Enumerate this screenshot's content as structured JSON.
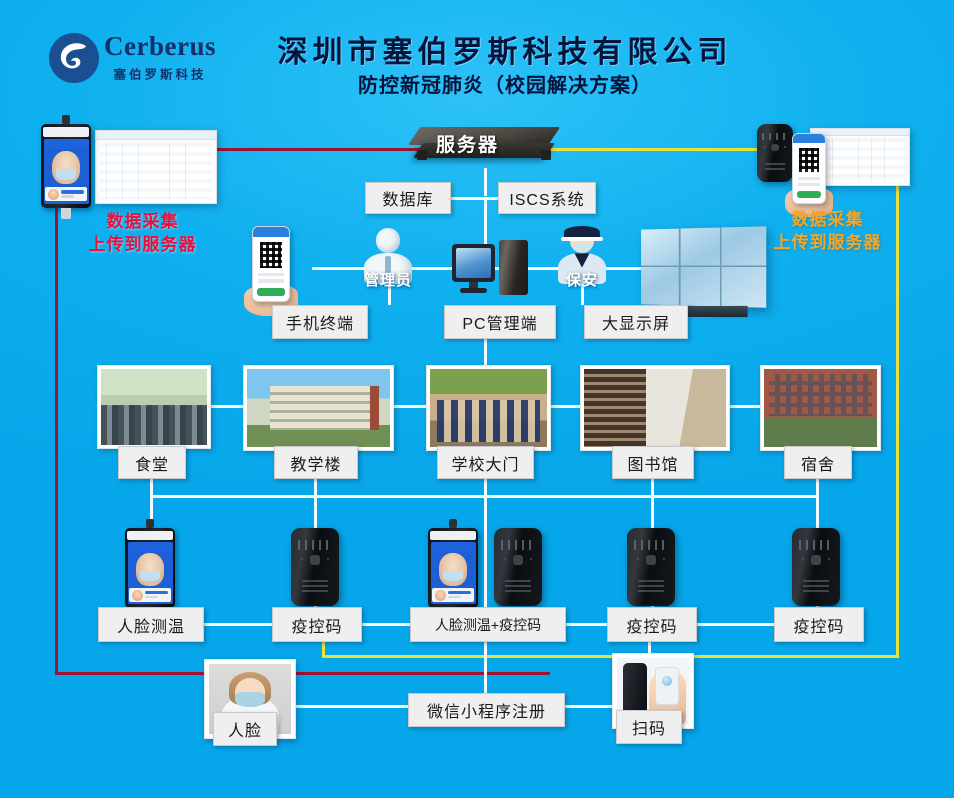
{
  "header": {
    "logo_name": "Cerberus",
    "logo_sub": "塞伯罗斯科技",
    "title": "深圳市塞伯罗斯科技有限公司",
    "subtitle": "防控新冠肺炎（校园解决方案）"
  },
  "annotations": {
    "left_upload": "数据采集\n上传到服务器",
    "left_upload_line1": "数据采集",
    "left_upload_line2": "上传到服务器",
    "right_upload_line1": "数据采集",
    "right_upload_line2": "上传到服务器"
  },
  "nodes": {
    "server": "服务器",
    "database": "数据库",
    "iscs": "ISCS系统",
    "admin": "管理员",
    "guard": "保安",
    "mobile_terminal": "手机终端",
    "pc_console": "PC管理端",
    "big_display": "大显示屏"
  },
  "places": [
    {
      "label": "食堂",
      "art": "ph-canteen"
    },
    {
      "label": "教学楼",
      "art": "ph-teach"
    },
    {
      "label": "学校大门",
      "art": "ph-gate"
    },
    {
      "label": "图书馆",
      "art": "ph-lib"
    },
    {
      "label": "宿舍",
      "art": "ph-dorm"
    }
  ],
  "devices": [
    {
      "label": "人脸测温"
    },
    {
      "label": "疫控码"
    },
    {
      "label": "人脸测温+疫控码"
    },
    {
      "label": "疫控码"
    },
    {
      "label": "疫控码"
    }
  ],
  "bottom": {
    "face": "人脸",
    "wechat_register": "微信小程序注册",
    "scan": "扫码"
  },
  "colors": {
    "background": "#12b0ef",
    "title": "#05143c",
    "link_line": "#f2fbff",
    "red_line": "#9c1330",
    "yellow_line": "#e8e33c",
    "red_text": "#e8103c",
    "orange_text": "#f0a72a"
  }
}
